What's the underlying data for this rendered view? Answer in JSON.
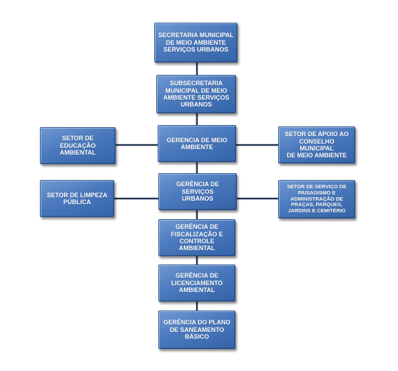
{
  "org_chart": {
    "secretaria": [
      "SECRETARIA MUNICIPAL",
      "DE MEIO AMBIENTE",
      "SERVIÇOS URBANOS"
    ],
    "subsecretaria": [
      "SUBSECRETARIA",
      "MUNICIPAL DE MEIO",
      "AMBIENTE SERVIÇOS",
      "URBANOS"
    ],
    "gerencia_meio_ambiente": [
      "GERENCIA DE MEIO",
      "AMBIENTE"
    ],
    "gerencia_servicos_urbanos": [
      "GERÊNCIA DE SERVIÇOS",
      "URBANOS"
    ],
    "gerencia_fiscalizacao": [
      "GERÊNCIA DE",
      "FISCALIZAÇÃO E",
      "CONTROLE AMBIENTAL"
    ],
    "gerencia_licenciamento": [
      "GERÊNCIA DE",
      "LICENCIAMENTO",
      "AMBIENTAL"
    ],
    "gerencia_saneamento": [
      "GERÊNCIA DO PLANO",
      "DE SANEAMENTO",
      "BÁSICO"
    ],
    "setor_educacao": [
      "SETOR DE EDUCAÇÃO",
      "AMBIENTAL"
    ],
    "setor_limpeza": [
      "SETOR DE LIMPEZA",
      "PÚBLICA"
    ],
    "setor_apoio_conselho": [
      "SETOR DE APOIO AO",
      "CONSELHO MUNICIPAL",
      "DE MEIO AMBIENTE"
    ],
    "setor_paisagismo": [
      "SETOR DE SERVIÇO DE",
      "PAISAGISMO E",
      "ADMINISTRAÇÃO DE",
      "PRAÇAS, PARQUES,",
      "JARDINS E CEMITÉRIO"
    ]
  },
  "colors": {
    "box_fill": "#4a79bd",
    "box_border": "#2b548f",
    "connector": "#1f3550",
    "text": "#ffffff"
  }
}
